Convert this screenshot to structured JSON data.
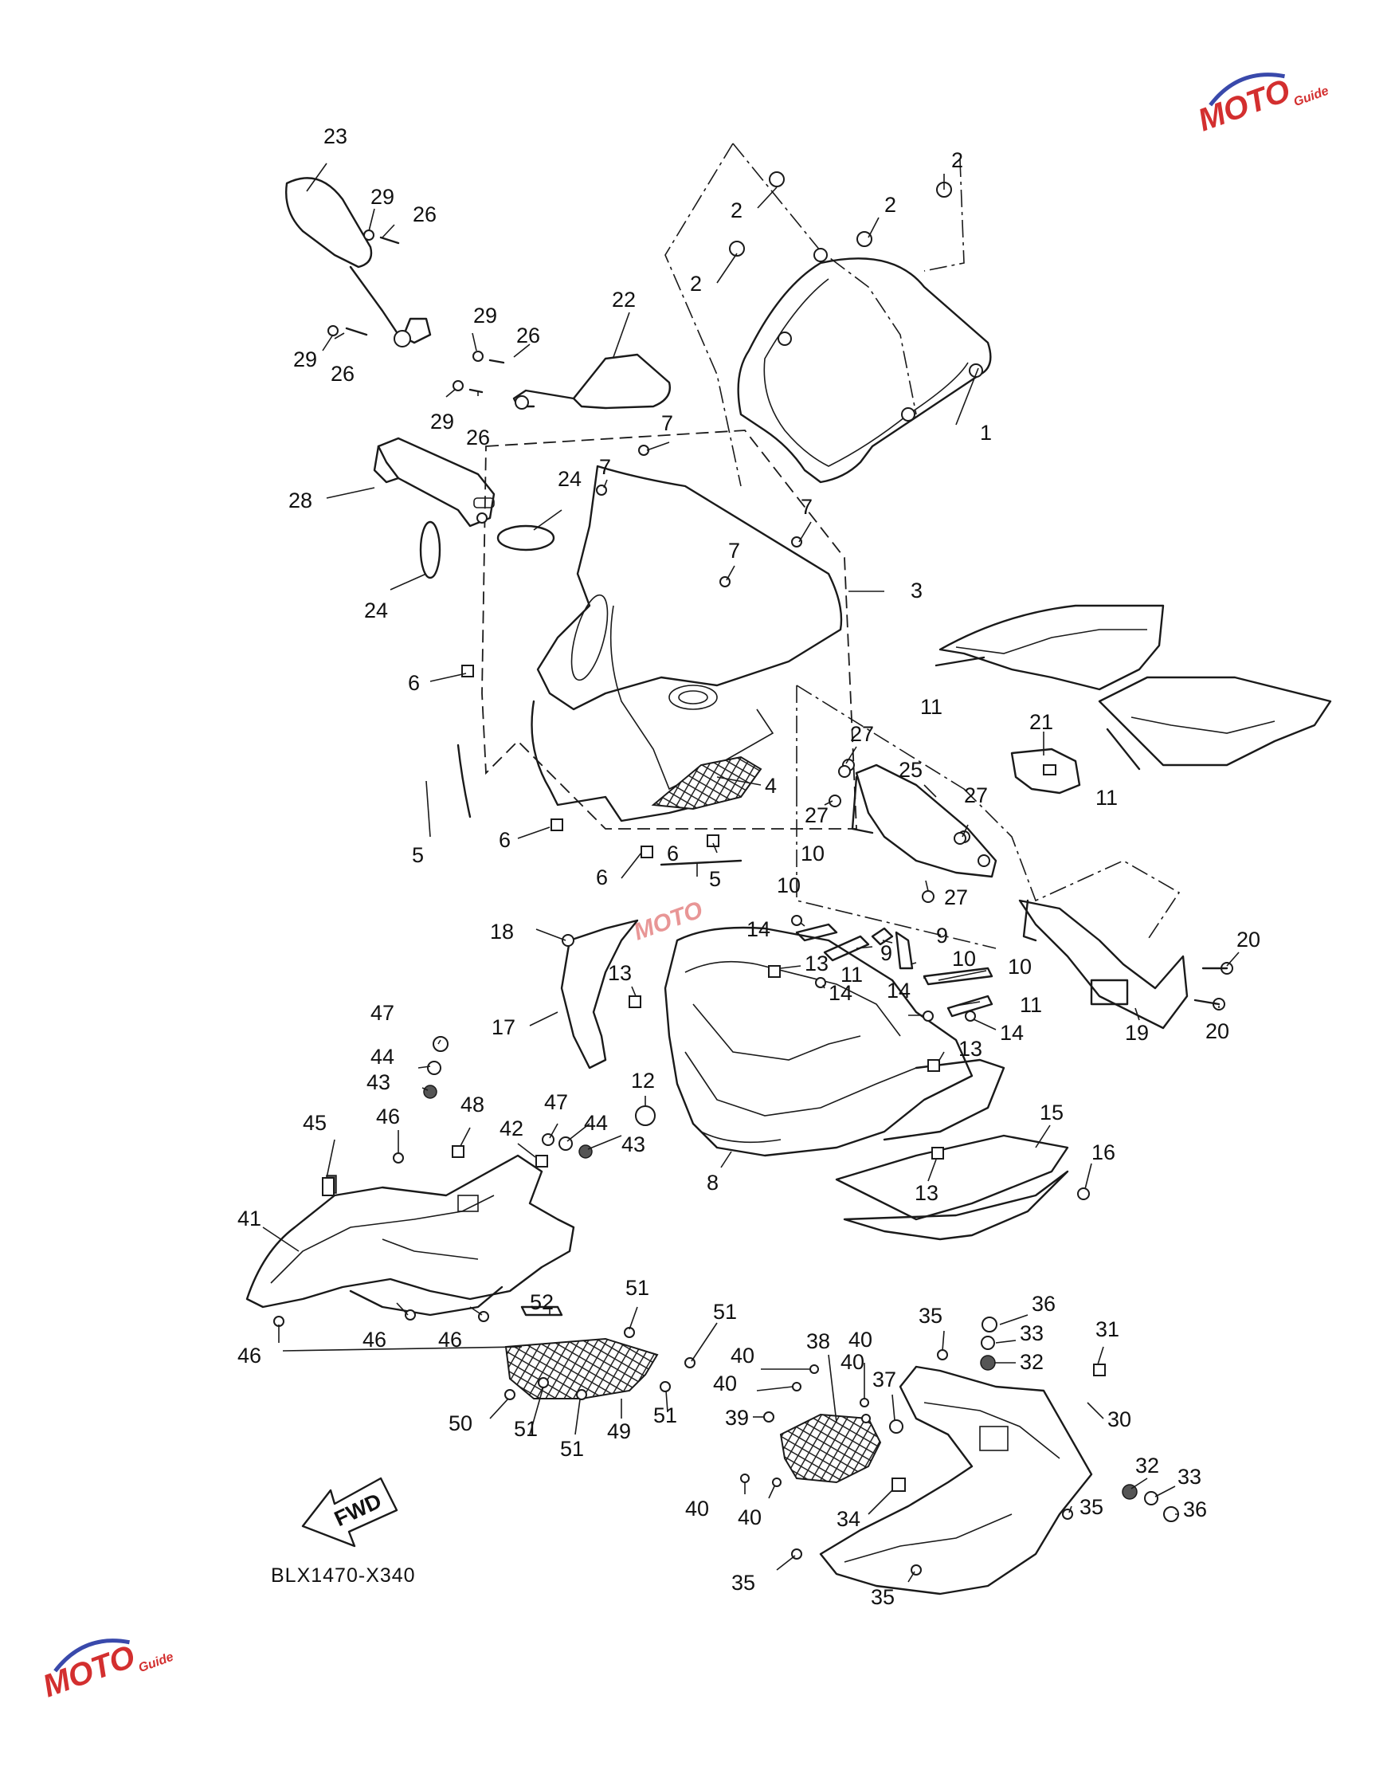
{
  "diagram_code": "BLX1470-X340",
  "fwd_label": "FWD",
  "watermark": {
    "brand": "MOTO",
    "sub": "Guide",
    "color": "#d32f2f",
    "accent": "#3949ab"
  },
  "callouts": [
    {
      "id": "c1",
      "text": "1"
    },
    {
      "id": "c2a",
      "text": "2"
    },
    {
      "id": "c2b",
      "text": "2"
    },
    {
      "id": "c2c",
      "text": "2"
    },
    {
      "id": "c2d",
      "text": "2"
    },
    {
      "id": "c3",
      "text": "3"
    },
    {
      "id": "c4",
      "text": "4"
    },
    {
      "id": "c5a",
      "text": "5"
    },
    {
      "id": "c5b",
      "text": "5"
    },
    {
      "id": "c6a",
      "text": "6"
    },
    {
      "id": "c6b",
      "text": "6"
    },
    {
      "id": "c6c",
      "text": "6"
    },
    {
      "id": "c6d",
      "text": "6"
    },
    {
      "id": "c7a",
      "text": "7"
    },
    {
      "id": "c7b",
      "text": "7"
    },
    {
      "id": "c7c",
      "text": "7"
    },
    {
      "id": "c7d",
      "text": "7"
    },
    {
      "id": "c8",
      "text": "8"
    },
    {
      "id": "c9a",
      "text": "9"
    },
    {
      "id": "c9b",
      "text": "9"
    },
    {
      "id": "c10a",
      "text": "10"
    },
    {
      "id": "c10b",
      "text": "10"
    },
    {
      "id": "c10c",
      "text": "10"
    },
    {
      "id": "c10d",
      "text": "10"
    },
    {
      "id": "c11a",
      "text": "11"
    },
    {
      "id": "c11b",
      "text": "11"
    },
    {
      "id": "c11c",
      "text": "11"
    },
    {
      "id": "c11d",
      "text": "11"
    },
    {
      "id": "c12",
      "text": "12"
    },
    {
      "id": "c13a",
      "text": "13"
    },
    {
      "id": "c13b",
      "text": "13"
    },
    {
      "id": "c13c",
      "text": "13"
    },
    {
      "id": "c13d",
      "text": "13"
    },
    {
      "id": "c14a",
      "text": "14"
    },
    {
      "id": "c14b",
      "text": "14"
    },
    {
      "id": "c14c",
      "text": "14"
    },
    {
      "id": "c14d",
      "text": "14"
    },
    {
      "id": "c15",
      "text": "15"
    },
    {
      "id": "c16",
      "text": "16"
    },
    {
      "id": "c17",
      "text": "17"
    },
    {
      "id": "c18",
      "text": "18"
    },
    {
      "id": "c19",
      "text": "19"
    },
    {
      "id": "c20a",
      "text": "20"
    },
    {
      "id": "c20b",
      "text": "20"
    },
    {
      "id": "c21",
      "text": "21"
    },
    {
      "id": "c22",
      "text": "22"
    },
    {
      "id": "c23",
      "text": "23"
    },
    {
      "id": "c24a",
      "text": "24"
    },
    {
      "id": "c24b",
      "text": "24"
    },
    {
      "id": "c25",
      "text": "25"
    },
    {
      "id": "c26a",
      "text": "26"
    },
    {
      "id": "c26b",
      "text": "26"
    },
    {
      "id": "c26c",
      "text": "26"
    },
    {
      "id": "c26d",
      "text": "26"
    },
    {
      "id": "c27a",
      "text": "27"
    },
    {
      "id": "c27b",
      "text": "27"
    },
    {
      "id": "c27c",
      "text": "27"
    },
    {
      "id": "c27d",
      "text": "27"
    },
    {
      "id": "c28",
      "text": "28"
    },
    {
      "id": "c29a",
      "text": "29"
    },
    {
      "id": "c29b",
      "text": "29"
    },
    {
      "id": "c29c",
      "text": "29"
    },
    {
      "id": "c29d",
      "text": "29"
    },
    {
      "id": "c30",
      "text": "30"
    },
    {
      "id": "c31",
      "text": "31"
    },
    {
      "id": "c32a",
      "text": "32"
    },
    {
      "id": "c32b",
      "text": "32"
    },
    {
      "id": "c33a",
      "text": "33"
    },
    {
      "id": "c33b",
      "text": "33"
    },
    {
      "id": "c34",
      "text": "34"
    },
    {
      "id": "c35a",
      "text": "35"
    },
    {
      "id": "c35b",
      "text": "35"
    },
    {
      "id": "c35c",
      "text": "35"
    },
    {
      "id": "c35d",
      "text": "35"
    },
    {
      "id": "c36a",
      "text": "36"
    },
    {
      "id": "c36b",
      "text": "36"
    },
    {
      "id": "c37",
      "text": "37"
    },
    {
      "id": "c38",
      "text": "38"
    },
    {
      "id": "c39",
      "text": "39"
    },
    {
      "id": "c40a",
      "text": "40"
    },
    {
      "id": "c40b",
      "text": "40"
    },
    {
      "id": "c40c",
      "text": "40"
    },
    {
      "id": "c40d",
      "text": "40"
    },
    {
      "id": "c40e",
      "text": "40"
    },
    {
      "id": "c40f",
      "text": "40"
    },
    {
      "id": "c41",
      "text": "41"
    },
    {
      "id": "c42",
      "text": "42"
    },
    {
      "id": "c43a",
      "text": "43"
    },
    {
      "id": "c43b",
      "text": "43"
    },
    {
      "id": "c44a",
      "text": "44"
    },
    {
      "id": "c44b",
      "text": "44"
    },
    {
      "id": "c45",
      "text": "45"
    },
    {
      "id": "c46a",
      "text": "46"
    },
    {
      "id": "c46b",
      "text": "46"
    },
    {
      "id": "c46c",
      "text": "46"
    },
    {
      "id": "c46d",
      "text": "46"
    },
    {
      "id": "c47a",
      "text": "47"
    },
    {
      "id": "c47b",
      "text": "47"
    },
    {
      "id": "c48",
      "text": "48"
    },
    {
      "id": "c49",
      "text": "49"
    },
    {
      "id": "c50",
      "text": "50"
    },
    {
      "id": "c51a",
      "text": "51"
    },
    {
      "id": "c51b",
      "text": "51"
    },
    {
      "id": "c51c",
      "text": "51"
    },
    {
      "id": "c51d",
      "text": "51"
    },
    {
      "id": "c51e",
      "text": "51"
    },
    {
      "id": "c52",
      "text": "52"
    }
  ]
}
